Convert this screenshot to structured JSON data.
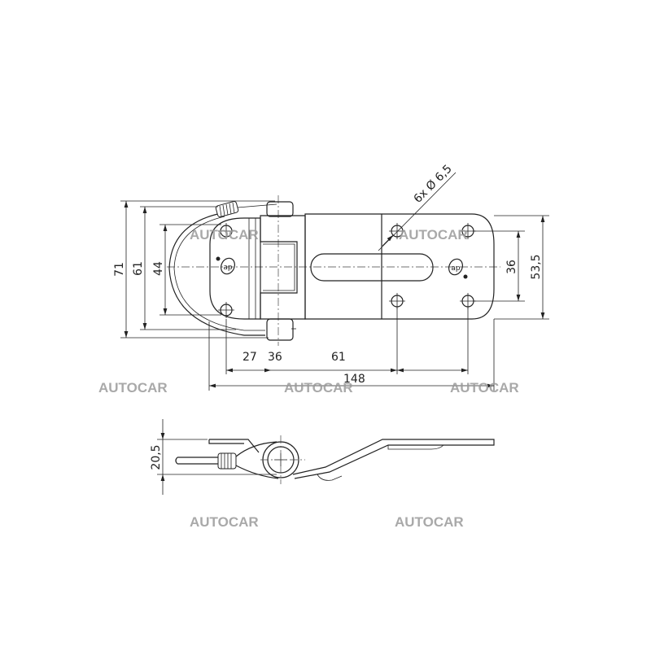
{
  "watermark": "AUTOCAR",
  "top_view": {
    "dimensions": {
      "overall_height": "71",
      "ring_height": "61",
      "left_hole_spacing": "44",
      "right_hole_spacing": "36",
      "plate_height": "53,5",
      "dim_27": "27",
      "dim_36": "36",
      "dim_61": "61",
      "overall_length": "148",
      "holes": "6x Ø 6,5"
    }
  },
  "side_view": {
    "dimensions": {
      "thickness": "20,5"
    }
  }
}
